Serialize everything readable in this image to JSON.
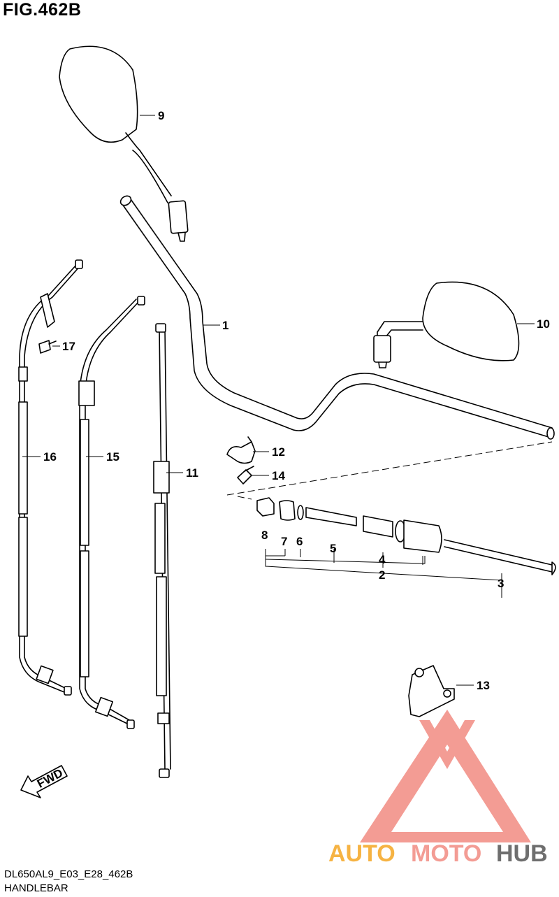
{
  "title": "FIG.462B",
  "footer": {
    "code": "DL650AL9_E03_E28_462B",
    "name": "HANDLEBAR"
  },
  "fwd_label": "FWD",
  "watermark": {
    "brand_a": "AUTO",
    "brand_b": "MOTO",
    "brand_c": "HUB",
    "color_a": "#f5a623",
    "color_b": "#f28b82",
    "color_c": "#555555",
    "triangle_color": "#f28b82"
  },
  "callouts": [
    "1",
    "2",
    "3",
    "4",
    "5",
    "6",
    "7",
    "8",
    "9",
    "10",
    "11",
    "12",
    "13",
    "14",
    "15",
    "16",
    "17"
  ]
}
